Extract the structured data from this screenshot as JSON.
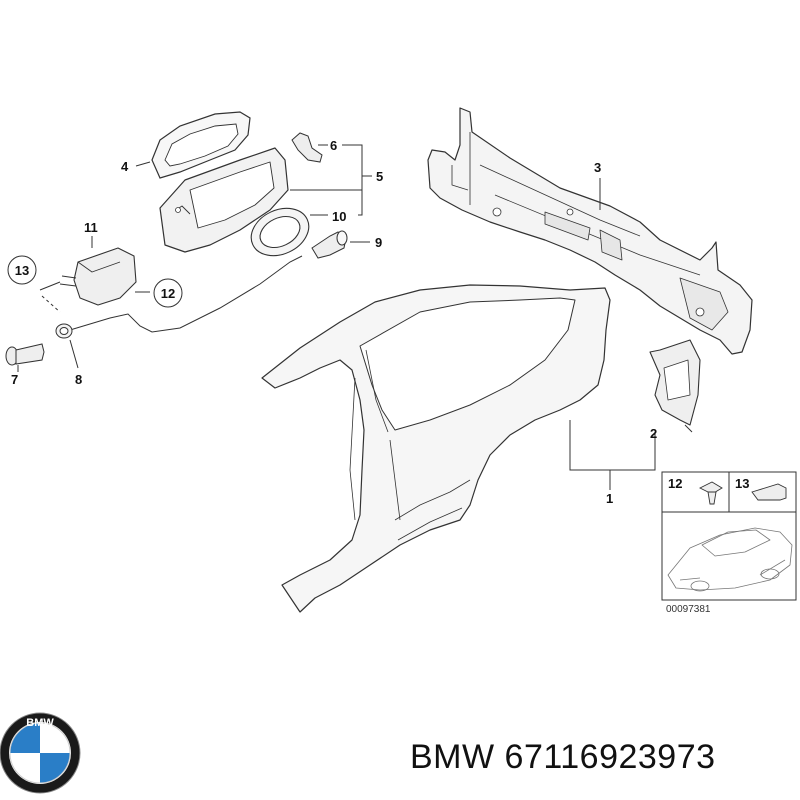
{
  "brand": {
    "name": "BMW",
    "part_number": "67116923973",
    "logo_text": "BMW",
    "colors": {
      "blue": "#2a7ec7",
      "white": "#ffffff",
      "ring": "#1a1a1a"
    }
  },
  "diagram": {
    "reference_code": "00097381",
    "callouts": {
      "c1": "1",
      "c2": "2",
      "c3": "3",
      "c4": "4",
      "c5": "5",
      "c6": "6",
      "c7": "7",
      "c8": "8",
      "c9": "9",
      "c10": "10",
      "c11": "11",
      "c12": "12",
      "c13": "13",
      "inset12": "12",
      "inset13": "13"
    }
  }
}
